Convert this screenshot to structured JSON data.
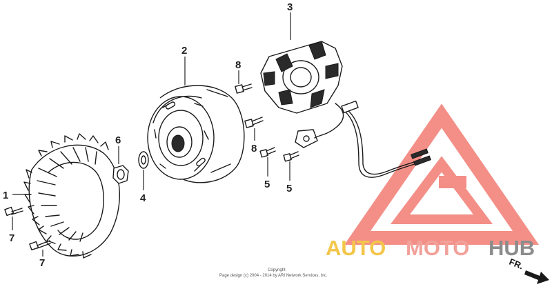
{
  "callouts": {
    "c1": "1",
    "c2": "2",
    "c3": "3",
    "c4": "4",
    "c5a": "5",
    "c5b": "5",
    "c6": "6",
    "c7a": "7",
    "c7b": "7",
    "c8a": "8",
    "c8b": "8"
  },
  "copyright": {
    "line1": "Copyright",
    "line2": "Page design (c) 2004 - 2014 by ARI Network Services, Inc."
  },
  "watermark": {
    "part1": "AUTO",
    "part2": "MOTO",
    "part3": "HUB",
    "colors": {
      "auto": "#f3c64a",
      "moto": "#f2a19a",
      "hub": "#8c8c8c",
      "logo": "#f06a60"
    }
  },
  "direction_label": "FR."
}
